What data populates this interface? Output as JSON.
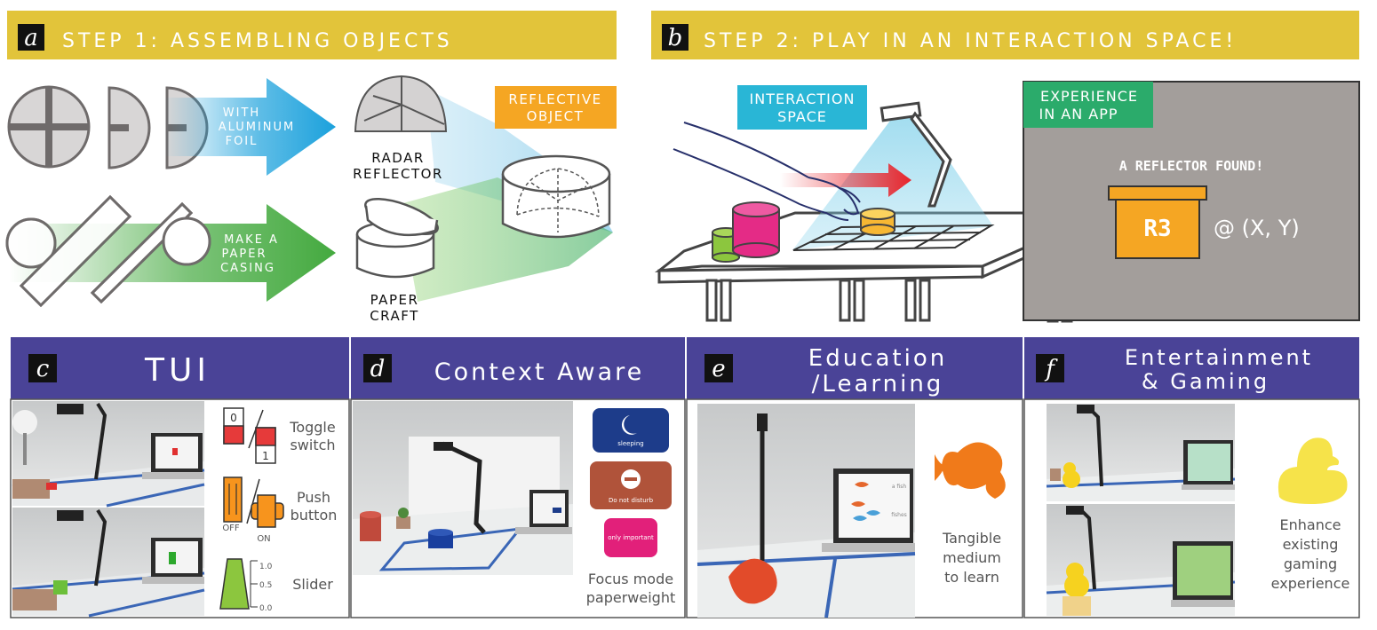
{
  "panel_a": {
    "letter": "a",
    "title": "STEP 1: ASSEMBLING OBJECTS",
    "arrow1": [
      "WITH",
      "ALUMINUM",
      "FOIL"
    ],
    "arrow2": [
      "MAKE A",
      "PAPER",
      "CASING"
    ],
    "radar": [
      "RADAR",
      "REFLECTOR"
    ],
    "paper": [
      "PAPER",
      "CRAFT"
    ],
    "reflective": [
      "REFLECTIVE",
      "OBJECT"
    ]
  },
  "panel_b": {
    "letter": "b",
    "title": "STEP 2: PLAY IN AN INTERACTION SPACE!",
    "space": [
      "INTERACTION",
      "SPACE"
    ],
    "app": [
      "EXPERIENCE",
      "IN AN APP"
    ],
    "found": "A REFLECTOR FOUND!",
    "id": "R3",
    "coords": "@ (X, Y)"
  },
  "panel_c": {
    "letter": "c",
    "title": "TUI",
    "toggle": [
      "Toggle",
      "switch"
    ],
    "push": [
      "Push",
      "button"
    ],
    "slider": "Slider",
    "toggle_top": "0",
    "toggle_bottom": "1",
    "off": "OFF",
    "on": "ON",
    "slider_ticks": [
      "1.0",
      "0.5",
      "0.0"
    ]
  },
  "panel_d": {
    "letter": "d",
    "title": "Context Aware",
    "tags": [
      "sleeping",
      "Do not disturb",
      "only important"
    ],
    "caption": [
      "Focus mode",
      "paperweight"
    ]
  },
  "panel_e": {
    "letter": "e",
    "title": [
      "Education",
      "/Learning"
    ],
    "caption": [
      "Tangible",
      "medium",
      "to learn"
    ],
    "screen": [
      "a fish",
      "fishes"
    ]
  },
  "panel_f": {
    "letter": "f",
    "title": [
      "Entertainment",
      "& Gaming"
    ],
    "caption": [
      "Enhance",
      "existing",
      "gaming",
      "experience"
    ]
  },
  "colors": {
    "gold": "#e2c43a",
    "purple": "#4a4397",
    "blue_arrow": "#1ba1dc",
    "green_arrow": "#3aa535",
    "orange": "#f5a623",
    "cyan_label": "#29b6d6",
    "green_label": "#2bab6b",
    "app_bg": "#a39e9b"
  }
}
